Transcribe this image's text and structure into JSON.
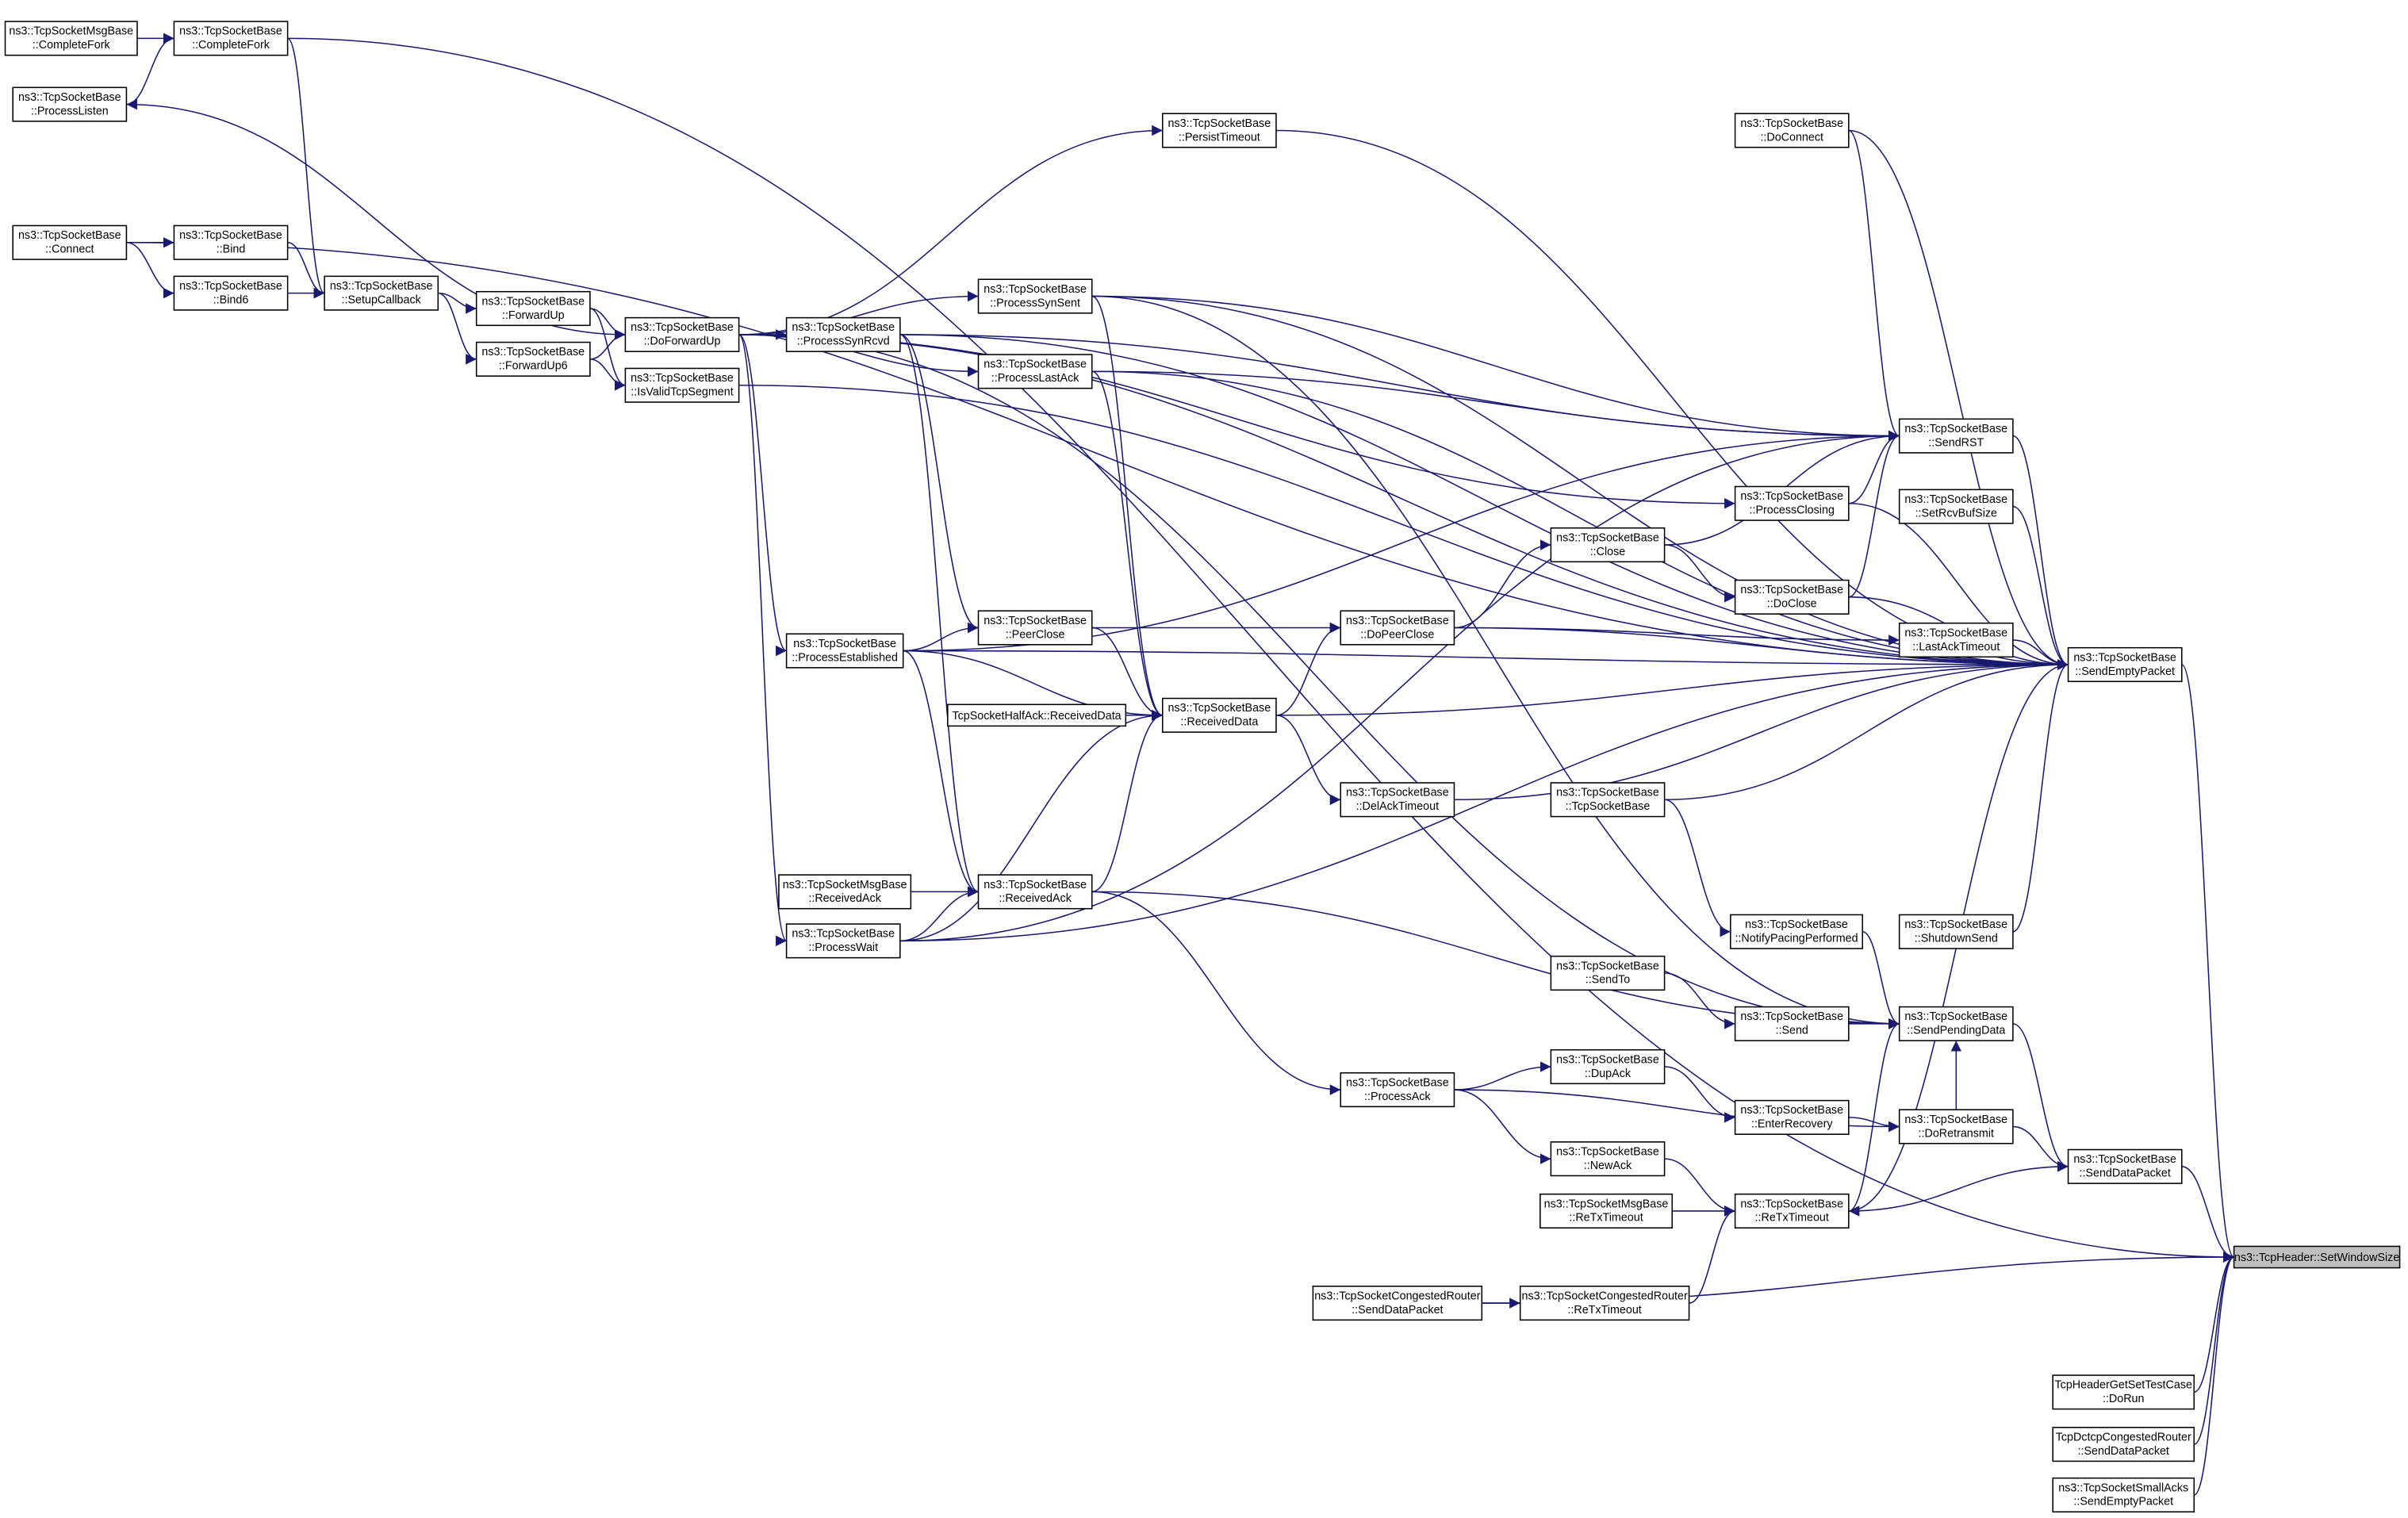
{
  "colors": {
    "edge": "#191970",
    "node_border": "#000000",
    "highlight_fill": "#bfbfbf"
  },
  "nodes": [
    {
      "id": "msgbase_completefork",
      "lines": [
        "ns3::TcpSocketMsgBase",
        "::CompleteFork"
      ]
    },
    {
      "id": "completefork",
      "lines": [
        "ns3::TcpSocketBase",
        "::CompleteFork"
      ]
    },
    {
      "id": "processlisten",
      "lines": [
        "ns3::TcpSocketBase",
        "::ProcessListen"
      ]
    },
    {
      "id": "connect",
      "lines": [
        "ns3::TcpSocketBase",
        "::Connect"
      ]
    },
    {
      "id": "bind",
      "lines": [
        "ns3::TcpSocketBase",
        "::Bind"
      ]
    },
    {
      "id": "bind6",
      "lines": [
        "ns3::TcpSocketBase",
        "::Bind6"
      ]
    },
    {
      "id": "setupcallback",
      "lines": [
        "ns3::TcpSocketBase",
        "::SetupCallback"
      ]
    },
    {
      "id": "forwardup",
      "lines": [
        "ns3::TcpSocketBase",
        "::ForwardUp"
      ]
    },
    {
      "id": "forwardup6",
      "lines": [
        "ns3::TcpSocketBase",
        "::ForwardUp6"
      ]
    },
    {
      "id": "doforwardup",
      "lines": [
        "ns3::TcpSocketBase",
        "::DoForwardUp"
      ]
    },
    {
      "id": "isvalid",
      "lines": [
        "ns3::TcpSocketBase",
        "::IsValidTcpSegment"
      ]
    },
    {
      "id": "processsynrcvd",
      "lines": [
        "ns3::TcpSocketBase",
        "::ProcessSynRcvd"
      ]
    },
    {
      "id": "processsynsent",
      "lines": [
        "ns3::TcpSocketBase",
        "::ProcessSynSent"
      ]
    },
    {
      "id": "processlastack",
      "lines": [
        "ns3::TcpSocketBase",
        "::ProcessLastAck"
      ]
    },
    {
      "id": "persisttimeout",
      "lines": [
        "ns3::TcpSocketBase",
        "::PersistTimeout"
      ]
    },
    {
      "id": "doconnect",
      "lines": [
        "ns3::TcpSocketBase",
        "::DoConnect"
      ]
    },
    {
      "id": "sendrst",
      "lines": [
        "ns3::TcpSocketBase",
        "::SendRST"
      ]
    },
    {
      "id": "setrcvbufsize",
      "lines": [
        "ns3::TcpSocketBase",
        "::SetRcvBufSize"
      ]
    },
    {
      "id": "processclosing",
      "lines": [
        "ns3::TcpSocketBase",
        "::ProcessClosing"
      ]
    },
    {
      "id": "close",
      "lines": [
        "ns3::TcpSocketBase",
        "::Close"
      ]
    },
    {
      "id": "doclose",
      "lines": [
        "ns3::TcpSocketBase",
        "::DoClose"
      ]
    },
    {
      "id": "lastacktimeout",
      "lines": [
        "ns3::TcpSocketBase",
        "::LastAckTimeout"
      ]
    },
    {
      "id": "sendemptypacket",
      "lines": [
        "ns3::TcpSocketBase",
        "::SendEmptyPacket"
      ]
    },
    {
      "id": "dopeerclose",
      "lines": [
        "ns3::TcpSocketBase",
        "::DoPeerClose"
      ]
    },
    {
      "id": "peerclose",
      "lines": [
        "ns3::TcpSocketBase",
        "::PeerClose"
      ]
    },
    {
      "id": "processestablished",
      "lines": [
        "ns3::TcpSocketBase",
        "::ProcessEstablished"
      ]
    },
    {
      "id": "halfack",
      "lines": [
        "TcpSocketHalfAck::ReceivedData"
      ]
    },
    {
      "id": "receiveddata",
      "lines": [
        "ns3::TcpSocketBase",
        "::ReceivedData"
      ]
    },
    {
      "id": "delacktimeout",
      "lines": [
        "ns3::TcpSocketBase",
        "::DelAckTimeout"
      ]
    },
    {
      "id": "tcpsocketbase",
      "lines": [
        "ns3::TcpSocketBase",
        "::TcpSocketBase"
      ]
    },
    {
      "id": "notifypacing",
      "lines": [
        "ns3::TcpSocketBase",
        "::NotifyPacingPerformed"
      ]
    },
    {
      "id": "shutdownsend",
      "lines": [
        "ns3::TcpSocketBase",
        "::ShutdownSend"
      ]
    },
    {
      "id": "msgbase_receivedack",
      "lines": [
        "ns3::TcpSocketMsgBase",
        "::ReceivedAck"
      ]
    },
    {
      "id": "receivedack",
      "lines": [
        "ns3::TcpSocketBase",
        "::ReceivedAck"
      ]
    },
    {
      "id": "processwait",
      "lines": [
        "ns3::TcpSocketBase",
        "::ProcessWait"
      ]
    },
    {
      "id": "sendto",
      "lines": [
        "ns3::TcpSocketBase",
        "::SendTo"
      ]
    },
    {
      "id": "send",
      "lines": [
        "ns3::TcpSocketBase",
        "::Send"
      ]
    },
    {
      "id": "sendpendingdata",
      "lines": [
        "ns3::TcpSocketBase",
        "::SendPendingData"
      ]
    },
    {
      "id": "processack",
      "lines": [
        "ns3::TcpSocketBase",
        "::ProcessAck"
      ]
    },
    {
      "id": "dupack",
      "lines": [
        "ns3::TcpSocketBase",
        "::DupAck"
      ]
    },
    {
      "id": "enterrecovery",
      "lines": [
        "ns3::TcpSocketBase",
        "::EnterRecovery"
      ]
    },
    {
      "id": "doretransmit",
      "lines": [
        "ns3::TcpSocketBase",
        "::DoRetransmit"
      ]
    },
    {
      "id": "senddatapacket",
      "lines": [
        "ns3::TcpSocketBase",
        "::SendDataPacket"
      ]
    },
    {
      "id": "newack",
      "lines": [
        "ns3::TcpSocketBase",
        "::NewAck"
      ]
    },
    {
      "id": "msgbase_retx",
      "lines": [
        "ns3::TcpSocketMsgBase",
        "::ReTxTimeout"
      ]
    },
    {
      "id": "retxtimeout",
      "lines": [
        "ns3::TcpSocketBase",
        "::ReTxTimeout"
      ]
    },
    {
      "id": "congested_send",
      "lines": [
        "ns3::TcpSocketCongestedRouter",
        "::SendDataPacket"
      ]
    },
    {
      "id": "congested_retx",
      "lines": [
        "ns3::TcpSocketCongestedRouter",
        "::ReTxTimeout"
      ]
    },
    {
      "id": "setwindowsize",
      "lines": [
        "ns3::TcpHeader::SetWindowSize"
      ],
      "highlighted": true
    },
    {
      "id": "testcase",
      "lines": [
        "TcpHeaderGetSetTestCase",
        "::DoRun"
      ]
    },
    {
      "id": "dctcp",
      "lines": [
        "TcpDctcpCongestedRouter",
        "::SendDataPacket"
      ]
    },
    {
      "id": "smallacks",
      "lines": [
        "ns3::TcpSocketSmallAcks",
        "::SendEmptyPacket"
      ]
    }
  ],
  "edges": [
    [
      "msgbase_completefork",
      "completefork"
    ],
    [
      "processlisten",
      "completefork"
    ],
    [
      "completefork",
      "setwindowsize"
    ],
    [
      "completefork",
      "setupcallback"
    ],
    [
      "connect",
      "bind"
    ],
    [
      "connect",
      "bind6"
    ],
    [
      "connect",
      "sendemptypacket"
    ],
    [
      "bind",
      "setupcallback"
    ],
    [
      "bind6",
      "setupcallback"
    ],
    [
      "setupcallback",
      "forwardup"
    ],
    [
      "setupcallback",
      "forwardup6"
    ],
    [
      "forwardup",
      "doforwardup"
    ],
    [
      "forwardup6",
      "doforwardup"
    ],
    [
      "forwardup",
      "isvalid"
    ],
    [
      "forwardup6",
      "isvalid"
    ],
    [
      "doforwardup",
      "processlisten"
    ],
    [
      "doforwardup",
      "persisttimeout"
    ],
    [
      "doforwardup",
      "sendemptypacket"
    ],
    [
      "doforwardup",
      "processsynrcvd"
    ],
    [
      "doforwardup",
      "processsynsent"
    ],
    [
      "doforwardup",
      "processlastack"
    ],
    [
      "doforwardup",
      "processclosing"
    ],
    [
      "doforwardup",
      "processestablished"
    ],
    [
      "doforwardup",
      "processwait"
    ],
    [
      "doforwardup",
      "sendpendingdata"
    ],
    [
      "isvalid",
      "sendemptypacket"
    ],
    [
      "processsynrcvd",
      "sendemptypacket"
    ],
    [
      "processsynrcvd",
      "sendrst"
    ],
    [
      "processsynrcvd",
      "peerclose"
    ],
    [
      "processsynrcvd",
      "receivedack"
    ],
    [
      "processsynsent",
      "sendemptypacket"
    ],
    [
      "processsynsent",
      "sendrst"
    ],
    [
      "processsynsent",
      "receiveddata"
    ],
    [
      "processsynsent",
      "sendpendingdata"
    ],
    [
      "processlastack",
      "sendrst"
    ],
    [
      "processlastack",
      "receiveddata"
    ],
    [
      "processlastack",
      "sendemptypacket"
    ],
    [
      "persisttimeout",
      "sendemptypacket"
    ],
    [
      "doconnect",
      "sendemptypacket"
    ],
    [
      "doconnect",
      "sendrst"
    ],
    [
      "sendrst",
      "sendemptypacket"
    ],
    [
      "setrcvbufsize",
      "sendemptypacket"
    ],
    [
      "processclosing",
      "sendrst"
    ],
    [
      "processclosing",
      "sendemptypacket"
    ],
    [
      "close",
      "sendrst"
    ],
    [
      "close",
      "doclose"
    ],
    [
      "doclose",
      "sendrst"
    ],
    [
      "doclose",
      "sendemptypacket"
    ],
    [
      "dopeerclose",
      "close"
    ],
    [
      "dopeerclose",
      "lastacktimeout"
    ],
    [
      "dopeerclose",
      "sendemptypacket"
    ],
    [
      "lastacktimeout",
      "sendemptypacket"
    ],
    [
      "sendemptypacket",
      "setwindowsize"
    ],
    [
      "peerclose",
      "dopeerclose"
    ],
    [
      "processestablished",
      "peerclose"
    ],
    [
      "processestablished",
      "receiveddata"
    ],
    [
      "processestablished",
      "sendrst"
    ],
    [
      "processestablished",
      "sendemptypacket"
    ],
    [
      "processestablished",
      "receivedack"
    ],
    [
      "halfack",
      "receiveddata"
    ],
    [
      "receiveddata",
      "dopeerclose"
    ],
    [
      "receiveddata",
      "delacktimeout"
    ],
    [
      "receiveddata",
      "sendemptypacket"
    ],
    [
      "peerclose",
      "receiveddata"
    ],
    [
      "delacktimeout",
      "sendemptypacket"
    ],
    [
      "tcpsocketbase",
      "sendemptypacket"
    ],
    [
      "tcpsocketbase",
      "notifypacing"
    ],
    [
      "notifypacing",
      "sendpendingdata"
    ],
    [
      "shutdownsend",
      "sendemptypacket"
    ],
    [
      "msgbase_receivedack",
      "receivedack"
    ],
    [
      "receivedack",
      "receiveddata"
    ],
    [
      "receivedack",
      "processack"
    ],
    [
      "receivedack",
      "sendpendingdata"
    ],
    [
      "processwait",
      "receivedack"
    ],
    [
      "processwait",
      "receiveddata"
    ],
    [
      "processwait",
      "sendrst"
    ],
    [
      "processwait",
      "sendemptypacket"
    ],
    [
      "sendto",
      "send"
    ],
    [
      "send",
      "sendpendingdata"
    ],
    [
      "sendpendingdata",
      "senddatapacket"
    ],
    [
      "processack",
      "dupack"
    ],
    [
      "processack",
      "newack"
    ],
    [
      "processack",
      "doretransmit"
    ],
    [
      "dupack",
      "enterrecovery"
    ],
    [
      "enterrecovery",
      "doretransmit"
    ],
    [
      "doretransmit",
      "senddatapacket"
    ],
    [
      "doretransmit",
      "sendpendingdata"
    ],
    [
      "newack",
      "retxtimeout"
    ],
    [
      "retxtimeout",
      "sendpendingdata"
    ],
    [
      "senddatapacket",
      "retxtimeout"
    ],
    [
      "retxtimeout",
      "sendemptypacket"
    ],
    [
      "msgbase_retx",
      "retxtimeout"
    ],
    [
      "congested_retx",
      "retxtimeout"
    ],
    [
      "congested_send",
      "congested_retx"
    ],
    [
      "congested_send",
      "setwindowsize"
    ],
    [
      "senddatapacket",
      "setwindowsize"
    ],
    [
      "testcase",
      "setwindowsize"
    ],
    [
      "dctcp",
      "setwindowsize"
    ],
    [
      "smallacks",
      "setwindowsize"
    ]
  ]
}
